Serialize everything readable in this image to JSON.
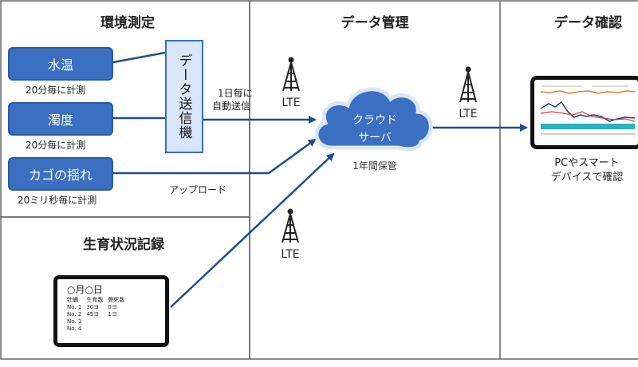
{
  "sections": {
    "environment": "環境測定",
    "growth": "生育状況記録",
    "management": "データ管理",
    "confirm": "データ確認"
  },
  "sensors": [
    {
      "label": "水温",
      "note": "20分毎に計測"
    },
    {
      "label": "濁度",
      "note": "20分毎に計測"
    },
    {
      "label": "カゴの揺れ",
      "note": "20ミリ秒毎に計測"
    }
  ],
  "transmitter": "データ送信機",
  "auto_send": {
    "line1": "1日毎に",
    "line2": "自動送信"
  },
  "upload": "アップロード",
  "lte": "LTE",
  "cloud": {
    "line1": "クラウド",
    "line2": "サーバ",
    "note": "1年間保管"
  },
  "devices": {
    "line1": "PCやスマート",
    "line2": "デバイスで確認"
  },
  "record": {
    "date": "○月○日",
    "headers": [
      "牡蠣",
      "生育数",
      "斃死数"
    ],
    "rows": [
      [
        "No. 1",
        "30ヨ",
        "0ヨ"
      ],
      [
        "No. 2",
        "45ヨ",
        "1ヨ"
      ],
      [
        "No. 3",
        "",
        ""
      ],
      [
        "No. 4",
        "",
        ""
      ]
    ]
  },
  "colors": {
    "accent": "#3b6fc1",
    "arrow": "#1f4e8c",
    "panel": "#d8e6f7"
  }
}
